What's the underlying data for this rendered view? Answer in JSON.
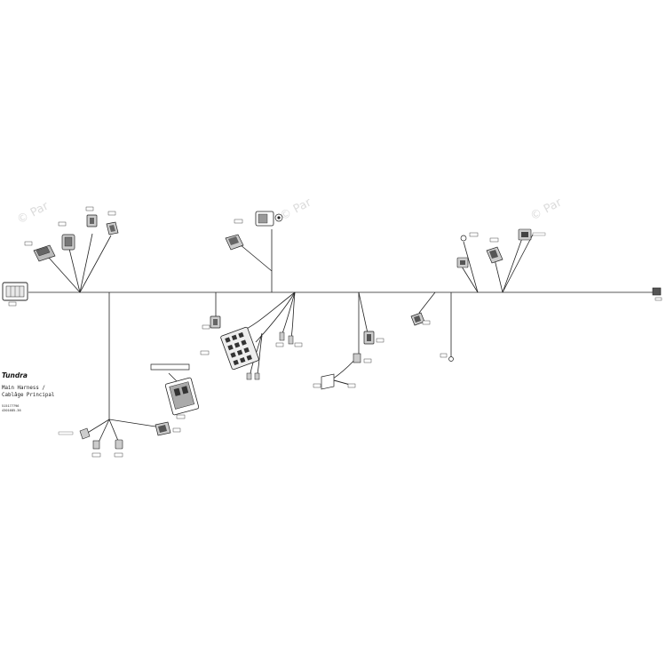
{
  "title": {
    "model": "Tundra",
    "line1": "Main Harness /",
    "line2": "Cablâge Principal",
    "part1": "515177796",
    "part2": "4301685-36"
  },
  "watermarks": [
    "© Par",
    "© Par",
    "© Par"
  ],
  "icons": {
    "connector": "connector-icon",
    "callout": "callout-label-icon",
    "ground": "ground-terminal-icon",
    "relay": "relay-block-icon",
    "sensor": "sensor-icon"
  },
  "colors": {
    "line": "#222222",
    "watermark": "#dcdcdc",
    "background": "#ffffff"
  }
}
